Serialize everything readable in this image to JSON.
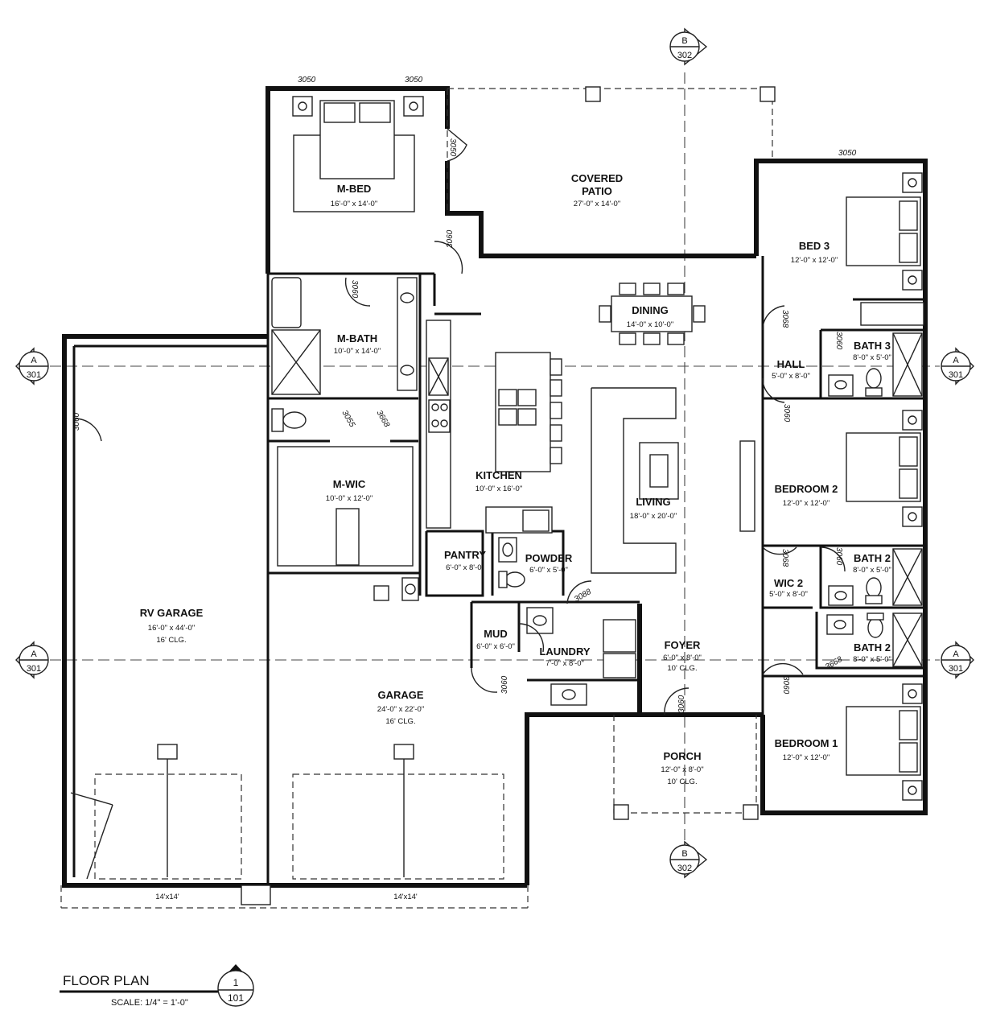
{
  "rooms": {
    "mbed": {
      "name": "M-BED",
      "dims": "16'-0\" x 14'-0\""
    },
    "patio": {
      "name": "COVERED",
      "name2": "PATIO",
      "dims": "27'-0\" x 14'-0\""
    },
    "bed3": {
      "name": "BED 3",
      "dims": "12'-0\" x 12'-0\""
    },
    "dining": {
      "name": "DINING",
      "dims": "14'-0\" x 10'-0\""
    },
    "mbath": {
      "name": "M-BATH",
      "dims": "10'-0\" x 14'-0\""
    },
    "hall": {
      "name": "HALL",
      "dims": "5'-0\" x 8'-0\""
    },
    "bath3": {
      "name": "BATH 3",
      "dims": "8'-0\" x 5'-0\""
    },
    "kitchen": {
      "name": "KITCHEN",
      "dims": "10'-0\" x 16'-0\""
    },
    "mwic": {
      "name": "M-WIC",
      "dims": "10'-0\" x 12'-0\""
    },
    "bedroom2": {
      "name": "BEDROOM 2",
      "dims": "12'-0\" x 12'-0\""
    },
    "living": {
      "name": "LIVING",
      "dims": "18'-0\" x 20'-0\""
    },
    "pantry": {
      "name": "PANTRY",
      "dims": "6'-0\" x 8'-0\""
    },
    "powder": {
      "name": "POWDER",
      "dims": "6'-0\" x 5'-0\""
    },
    "wic2": {
      "name": "WIC 2",
      "dims": "5'-0\" x 8'-0\""
    },
    "bath2a": {
      "name": "BATH 2",
      "dims": "8'-0\" x 5'-0\""
    },
    "rvgarage": {
      "name": "RV GARAGE",
      "dims": "16'-0\" x 44'-0\"",
      "clg": "16' CLG."
    },
    "mud": {
      "name": "MUD",
      "dims": "6'-0\" x 6'-0\""
    },
    "laundry": {
      "name": "LAUNDRY",
      "dims": "7'-0\" x 8'-0\""
    },
    "foyer": {
      "name": "FOYER",
      "dims": "6'-0\" x 8'-0\"",
      "clg": "10' CLG."
    },
    "bath2b": {
      "name": "BATH 2",
      "dims": "8'-0\" x 5'-0\""
    },
    "garage": {
      "name": "GARAGE",
      "dims": "24'-0\" x 22'-0\"",
      "clg": "16' CLG."
    },
    "porch": {
      "name": "PORCH",
      "dims": "12'-0\" x 8'-0\"",
      "clg": "10' CLG."
    },
    "bedroom1": {
      "name": "BEDROOM 1",
      "dims": "12'-0\" x 12'-0\""
    }
  },
  "tags": {
    "win3050": "3050",
    "door3060": "3060",
    "door3068": "3068",
    "door3055": "3055",
    "door3668": "3668",
    "door3088": "3088",
    "garage_door": "14'x14'"
  },
  "section_markers": {
    "a_letter": "A",
    "a_sheet": "301",
    "b_letter": "B",
    "b_sheet": "302"
  },
  "title_block": {
    "title": "FLOOR PLAN",
    "scale": "SCALE: 1/4\" = 1'-0\"",
    "number": "1",
    "sheet": "101"
  }
}
